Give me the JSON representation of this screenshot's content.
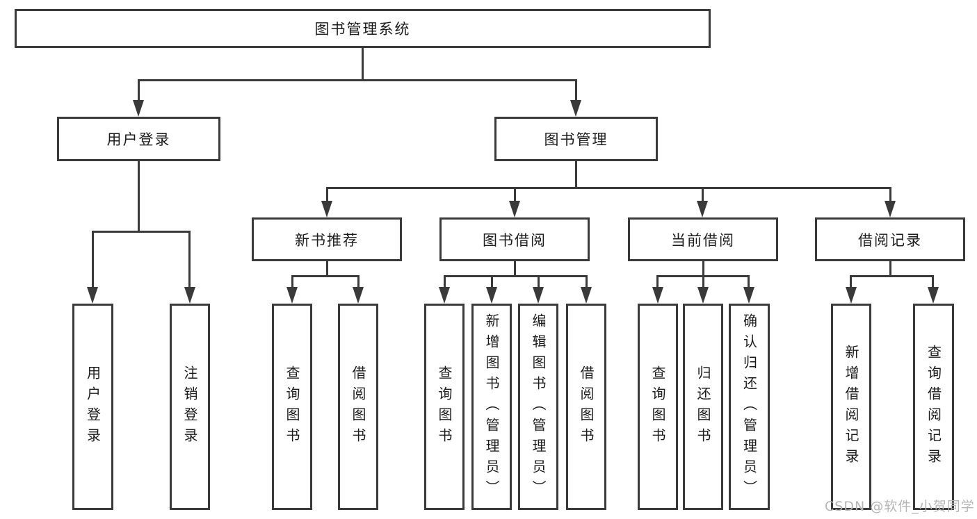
{
  "diagram_title": "图书管理系统",
  "colors": {
    "line": "#3a3a3a",
    "text": "#1c1c1c",
    "background": "#ffffff",
    "watermark": "#b5b5b5"
  },
  "tree": {
    "root": {
      "label": "图书管理系统"
    },
    "branches": [
      {
        "label": "用户登录",
        "children": [
          {
            "label": "用户登录"
          },
          {
            "label": "注销登录"
          }
        ]
      },
      {
        "label": "图书管理",
        "children": [
          {
            "label": "新书推荐",
            "children": [
              {
                "label": "查询图书"
              },
              {
                "label": "借阅图书"
              }
            ]
          },
          {
            "label": "图书借阅",
            "children": [
              {
                "label": "查询图书"
              },
              {
                "label": "新增图书（管理员）"
              },
              {
                "label": "编辑图书（管理员）"
              },
              {
                "label": "借阅图书"
              }
            ]
          },
          {
            "label": "当前借阅",
            "children": [
              {
                "label": "查询图书"
              },
              {
                "label": "归还图书"
              },
              {
                "label": "确认归还（管理员）"
              }
            ]
          },
          {
            "label": "借阅记录",
            "children": [
              {
                "label": "新增借阅记录"
              },
              {
                "label": "查询借阅记录"
              }
            ]
          }
        ]
      }
    ]
  },
  "watermark": {
    "text": "CSDN @软件_小贺同学"
  }
}
